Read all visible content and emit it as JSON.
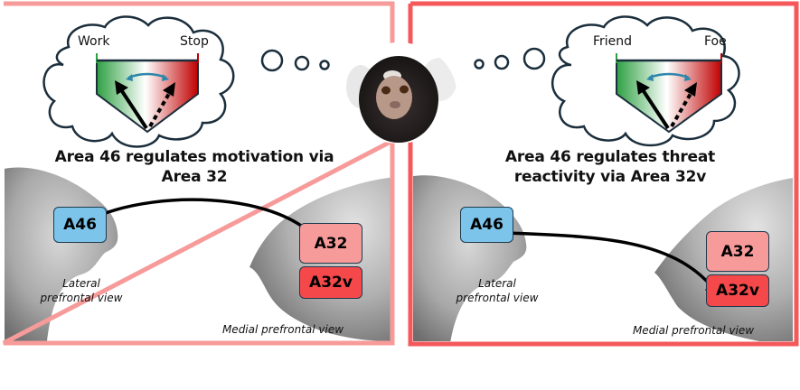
{
  "colors": {
    "left_border": "#F79A9A",
    "right_border": "#F5585A",
    "a46_fill": "#7CC4EA",
    "a32_fill": "#F79A9A",
    "a32v_fill": "#F5484A",
    "cloud_stroke": "#1B2E3C",
    "dial_green": "#2EA043",
    "dial_red": "#C00000",
    "swing_arrow": "#2E86AB"
  },
  "left_panel": {
    "dial": {
      "left_label": "Work",
      "right_label": "Stop"
    },
    "title_line1": "Area 46 regulates motivation via",
    "title_line2": "Area 32",
    "regions": {
      "a46": "A46",
      "a32": "A32",
      "a32v": "A32v"
    },
    "lateral_view_line1": "Lateral",
    "lateral_view_line2": "prefrontal view",
    "medial_view": "Medial prefrontal view",
    "projection_target": "A32"
  },
  "right_panel": {
    "dial": {
      "left_label": "Friend",
      "right_label": "Foe"
    },
    "title_line1": "Area 46 regulates threat",
    "title_line2": "reactivity via Area 32v",
    "regions": {
      "a46": "A46",
      "a32": "A32",
      "a32v": "A32v"
    },
    "lateral_view_line1": "Lateral",
    "lateral_view_line2": "prefrontal view",
    "medial_view": "Medial prefrontal view",
    "projection_target": "A32v"
  },
  "center": {
    "subject": "marmoset-photo"
  }
}
